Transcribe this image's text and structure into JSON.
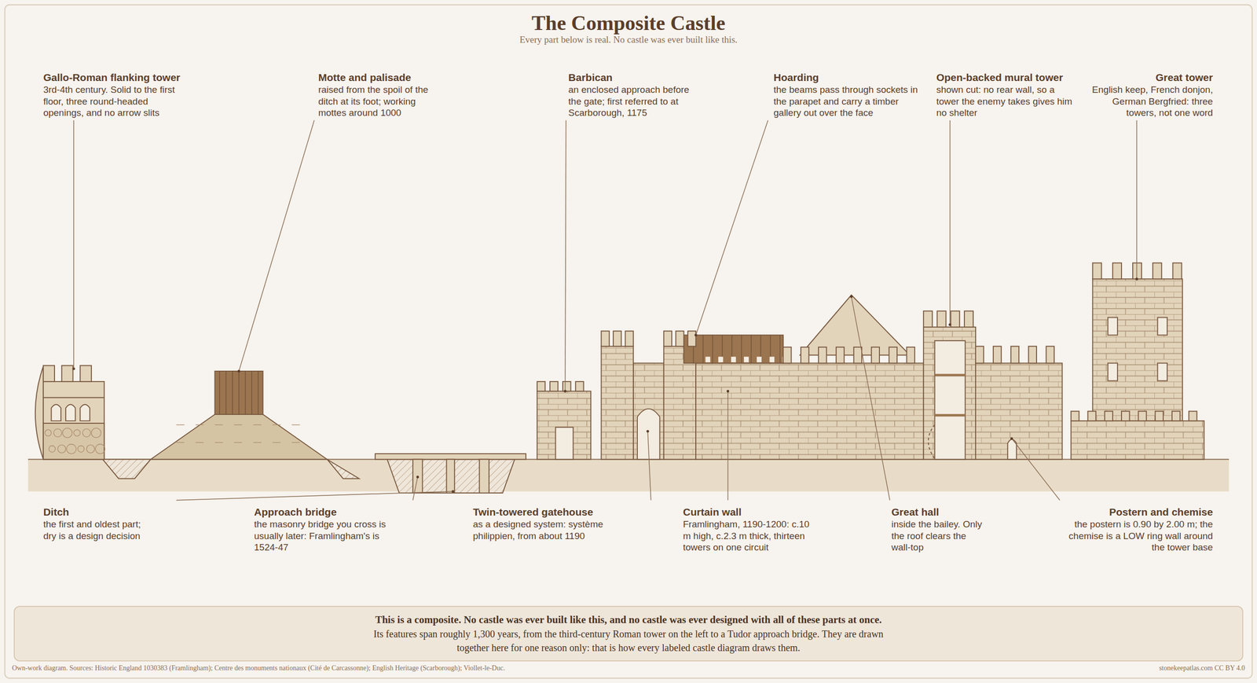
{
  "diagram": {
    "title": "The Composite Castle",
    "caption": "Every part below is real. No castle was ever built like this.",
    "nodes": [
      {
        "text": [
          "This is a composite. No castle was ever built like this, and no castle was ever designed with all of these parts at once.",
          "Its features span roughly 1,300 years, from the third-century Roman tower on the left to a Tudor approach bridge. They are drawn together here for one reason only: that is how every labeled castle diagram draws them."
        ]
      }
    ],
    "labels": [
      "Gallo-Roman flanking tower",
      "3rd-4th century. Solid to the first floor, three round-headed openings, and no arrow slits",
      "Motte and palisade",
      "raised from the spoil of the ditch at its foot; working mottes around 1000",
      "Barbican",
      "an enclosed approach before the gate; first referred to at Scarborough, 1175",
      "Hoarding",
      "the beams pass through sockets in the parapet and carry a timber gallery out over the face",
      "Open-backed mural tower",
      "shown cut: no rear wall, so a tower the enemy takes gives him no shelter",
      "Great tower",
      "English keep, French donjon, German Bergfried: three towers, not one word",
      "Ditch",
      "the first and oldest part; dry is a design decision",
      "Approach bridge",
      "the masonry bridge you cross is usually later: Framlingham's is 1524-47",
      "Twin-towered gatehouse",
      "as a designed system: système philippien, from about 1190",
      "Curtain wall",
      "Framlingham, 1190-1200: c.10 m high, c.2.3 m thick, thirteen towers on one circuit",
      "Great hall",
      "inside the bailey. Only the roof clears the wall-top",
      "Postern and chemise",
      "the postern is 0.90 by 2.00 m; the chemise is a LOW ring wall around the tower base",
      "Own-work diagram. Sources: Historic England 1030383 (Framlingham); Centre des monuments nationaux (Cité de Carcassonne); English Heritage (Scarborough); Viollet-le-Duc.",
      "stonekeepatlas.com CC BY 4.0"
    ]
  }
}
